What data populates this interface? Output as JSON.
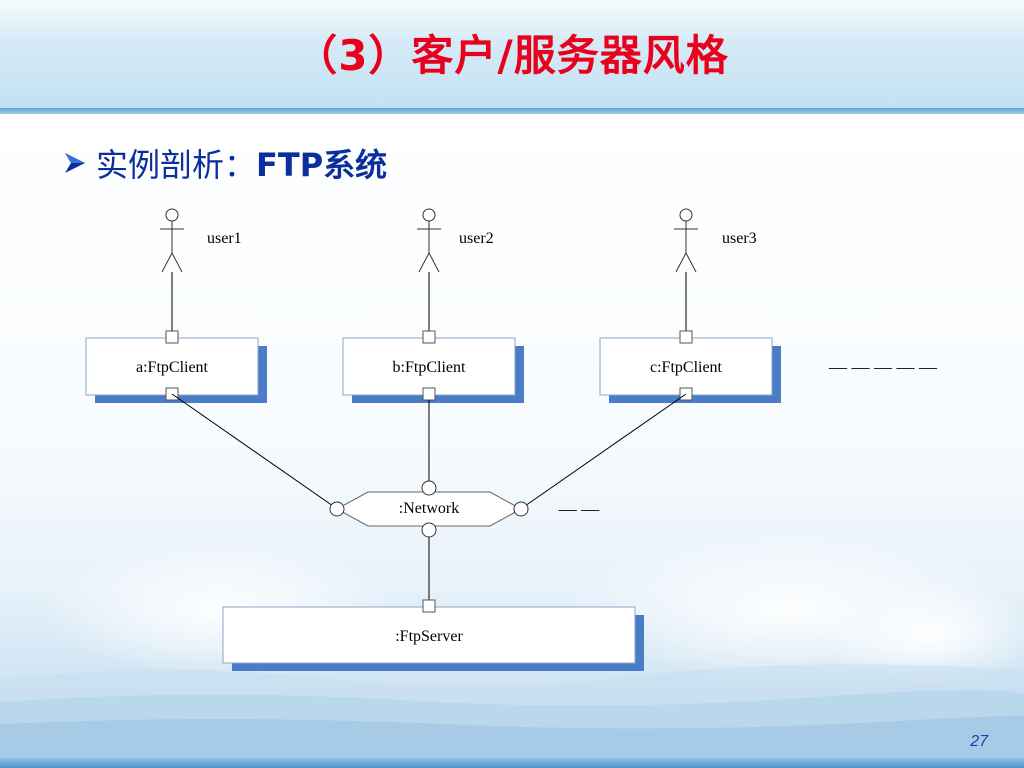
{
  "slide": {
    "title": "（3）客户/服务器风格",
    "bullet_text": "实例剖析：",
    "bullet_bold": "FTP系统",
    "page_number": "27",
    "colors": {
      "title": "#e8001c",
      "bullet": "#0a2f9e",
      "shadow": "#4a7cc7",
      "page_number": "#1a3fb0"
    }
  },
  "diagram": {
    "actors": [
      {
        "label": "user1"
      },
      {
        "label": "user2"
      },
      {
        "label": "user3"
      }
    ],
    "clients": [
      {
        "label": "a:FtpClient"
      },
      {
        "label": "b:FtpClient"
      },
      {
        "label": "c:FtpClient"
      }
    ],
    "network": {
      "label": ":Network"
    },
    "server": {
      "label": ":FtpServer"
    },
    "continuation_marks": [
      "— — — — —",
      "— —"
    ]
  }
}
